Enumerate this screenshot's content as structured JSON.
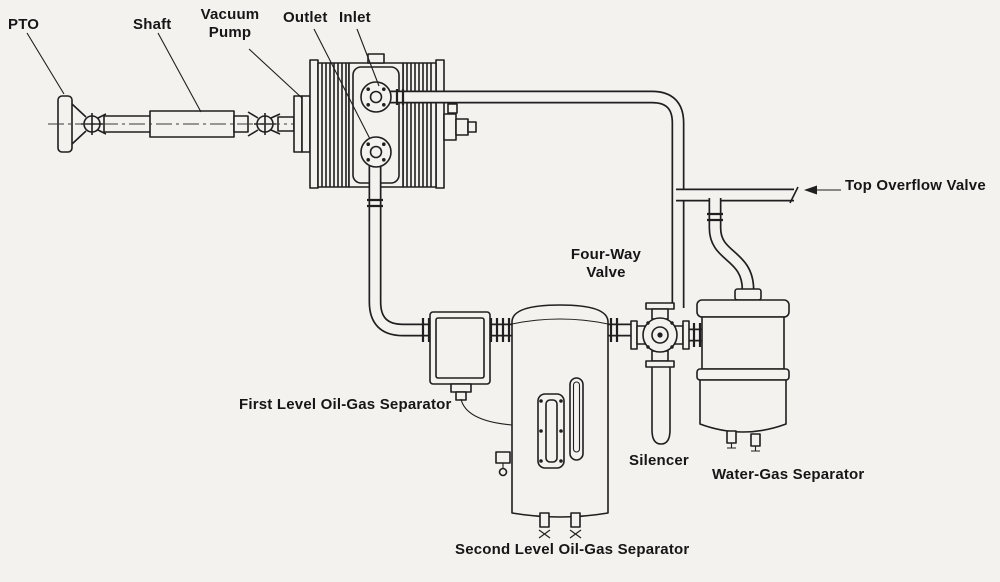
{
  "diagram": {
    "background": "#f3f2ef",
    "line_color": "#1f1f1f",
    "labels": {
      "pto": "PTO",
      "shaft": "Shaft",
      "vacuum_pump_line1": "Vacuum",
      "vacuum_pump_line2": "Pump",
      "outlet": "Outlet",
      "inlet": "Inlet",
      "top_overflow_valve": "Top Overflow Valve",
      "four_way_valve_line1": "Four-Way",
      "four_way_valve_line2": "Valve",
      "first_level_separator": "First Level Oil-Gas Separator",
      "second_level_separator": "Second Level Oil-Gas Separator",
      "silencer": "Silencer",
      "water_gas_separator": "Water-Gas Separator"
    }
  }
}
